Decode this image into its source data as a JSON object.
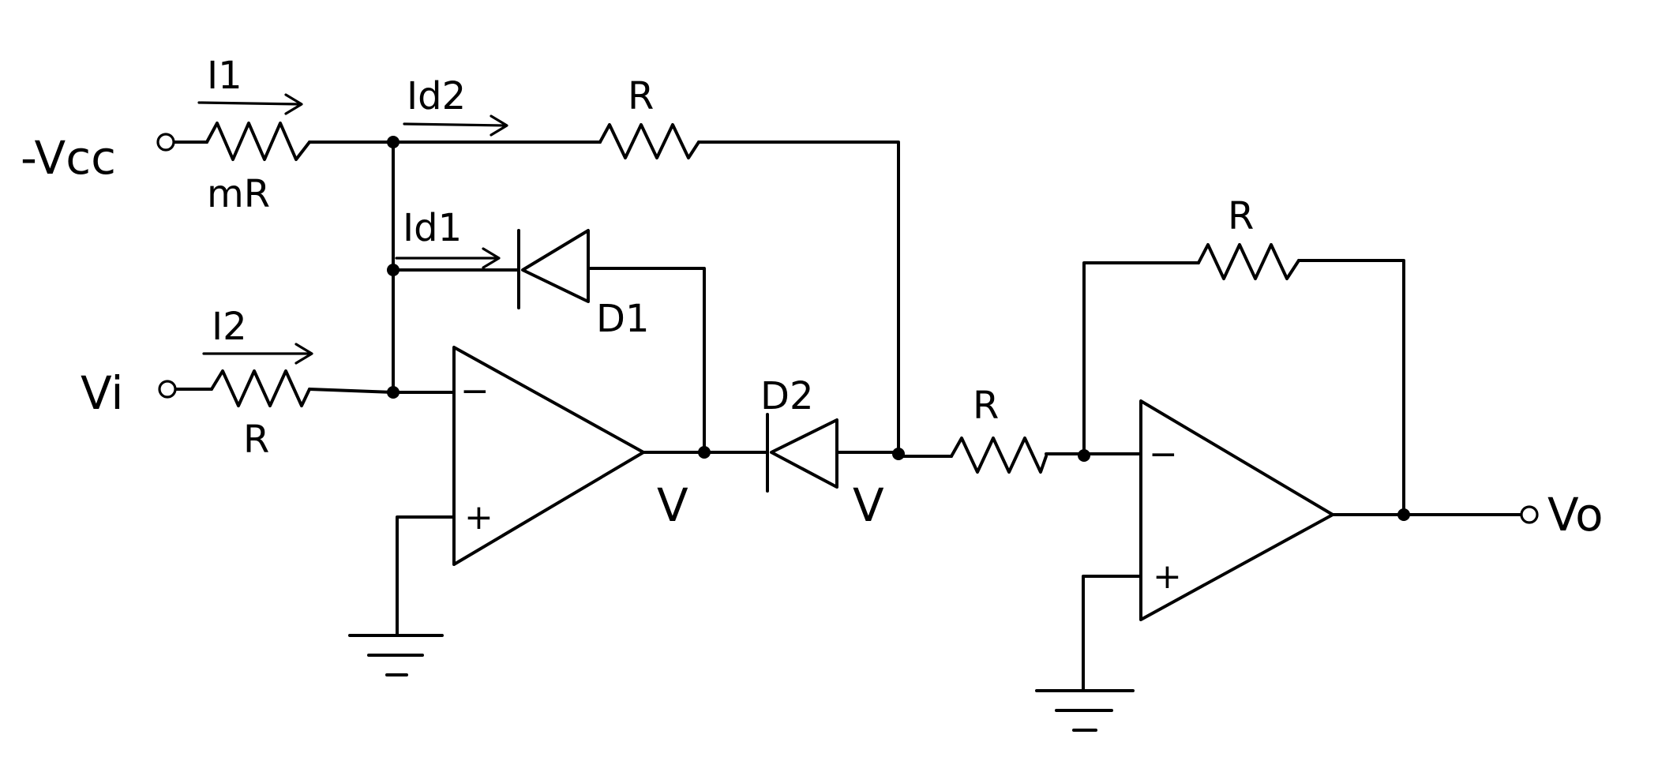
{
  "labels": {
    "neg_vcc": "-Vcc",
    "vi": "Vi",
    "vo": "Vo",
    "i1": "I1",
    "i2": "I2",
    "id1": "Id1",
    "id2": "Id2",
    "r_mr": "mR",
    "r_in": "R",
    "r_top": "R",
    "r_mid": "R",
    "r_fb": "R",
    "d1": "D1",
    "d2": "D2",
    "v_out1": "V",
    "v_d2": "V",
    "op1_minus": "−",
    "op1_plus": "+",
    "op2_minus": "−",
    "op2_plus": "+"
  }
}
